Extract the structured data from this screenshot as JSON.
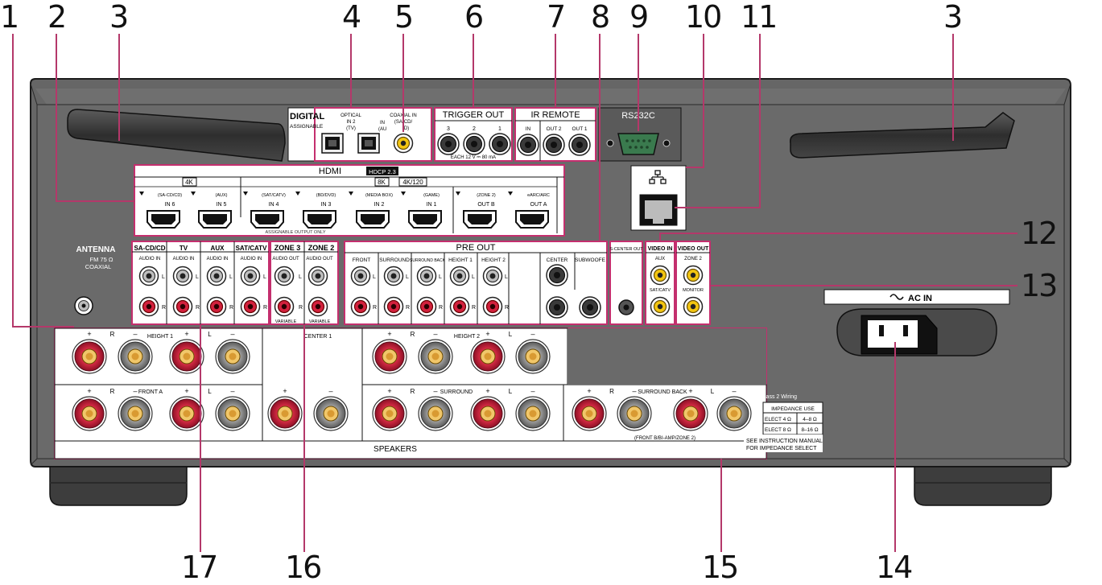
{
  "callouts": {
    "n1": "1",
    "n2": "2",
    "n3a": "3",
    "n3b": "3",
    "n4": "4",
    "n5": "5",
    "n6": "6",
    "n7": "7",
    "n8": "8",
    "n9": "9",
    "n10": "10",
    "n11": "11",
    "n12": "12",
    "n13": "13",
    "n14": "14",
    "n15": "15",
    "n16": "16",
    "n17": "17"
  },
  "digital": {
    "title": "DIGITAL",
    "assignable": "ASSIGNABLE",
    "optical_in2_line1": "OPTICAL",
    "optical_in2_line2": "IN 2",
    "optical_in2_line3": "(TV)",
    "optical_in_partial1": "IN",
    "optical_in_partial2": "(AU",
    "coaxial_line1": "COAXIAL IN",
    "coaxial_line2": "(SA-CD/",
    "coaxial_line3": "D)"
  },
  "trigger": {
    "title": "TRIGGER OUT",
    "j3": "3",
    "j2": "2",
    "j1": "1",
    "note": "EACH 12 V ⎓ 80 mA"
  },
  "ir": {
    "title": "IR REMOTE",
    "in": "IN",
    "out2": "OUT 2",
    "out1": "OUT 1"
  },
  "rs232c": "RS232C",
  "hdmi": {
    "title": "HDMI",
    "hdcp": "HDCP 2.3",
    "badge_4k": "4K",
    "badge_8k": "8K",
    "badge_4k120": "4K/120",
    "assignable_note": "ASSIGNABLE OUTPUT ONLY",
    "ports": [
      {
        "sub": "(SA-CD/CD)",
        "name": "IN 6"
      },
      {
        "sub": "(AUX)",
        "name": "IN 5"
      },
      {
        "sub": "(SAT/CATV)",
        "name": "IN 4"
      },
      {
        "sub": "(BD/DVD)",
        "name": "IN 3"
      },
      {
        "sub": "(MEDIA BOX)",
        "name": "IN 2"
      },
      {
        "sub": "(GAME)",
        "name": "IN 1"
      },
      {
        "sub": "(ZONE 2)",
        "name": "OUT B"
      },
      {
        "sub": "eARC/ARC",
        "name": "OUT A"
      }
    ]
  },
  "antenna": {
    "title": "ANTENNA",
    "line1": "FM 75 Ω",
    "line2": "COAXIAL"
  },
  "audio_in": {
    "groups": [
      "SA-CD/CD",
      "TV",
      "AUX",
      "SAT/CATV"
    ],
    "label": "AUDIO IN"
  },
  "zone": {
    "z3": "ZONE 3",
    "z2": "ZONE 2",
    "audio_out": "AUDIO OUT",
    "variable": "VARIABLE"
  },
  "lr": {
    "l": "L",
    "r": "R"
  },
  "preout": {
    "title": "PRE OUT",
    "front": "FRONT",
    "surround": "SURROUND",
    "surround_back": "SURROUND BACK",
    "height1": "HEIGHT 1",
    "height2": "HEIGHT 2",
    "center": "CENTER",
    "subwoofer": "SUBWOOFE"
  },
  "scenter": "S-CENTER OUT",
  "video_in": {
    "title": "VIDEO IN",
    "aux": "AUX",
    "satcatv": "SAT/CATV"
  },
  "video_out": {
    "title": "VIDEO OUT",
    "zone2": "ZONE 2",
    "monitor": "MONITOR"
  },
  "ac_in": "AC IN",
  "speakers": {
    "title": "SPEAKERS",
    "height1": "HEIGHT 1",
    "center": "CENTER 1",
    "height2": "HEIGHT 2",
    "fronta": "FRONT A",
    "surround": "SURROUND",
    "surround_back": "SURROUND BACK",
    "front_b_note": "(FRONT B/BI-AMP/ZONE 2)",
    "plus": "+",
    "minus": "–",
    "class2": "lass 2 Wiring",
    "imp_head": "IMPEDANCE USE",
    "imp_r1a": "ELECT 4 Ω",
    "imp_r1b": "4–8 Ω",
    "imp_r2a": "ELECT 8 Ω",
    "imp_r2b": "8–16 Ω",
    "see1": "SEE INSTRUCTION MANUAL",
    "see2": "FOR IMPEDANCE SELECT"
  },
  "colors": {
    "chassis": "#6b6b6b",
    "chassis_dark": "#3f3f3f",
    "callout_line": "#b4386a",
    "antenna": "#4d4d4d",
    "speaker_red": "#c8203b",
    "speaker_grey": "#8f8f8f",
    "rca_yellow": "#f2c511",
    "rs232": "#3a7a4e"
  }
}
